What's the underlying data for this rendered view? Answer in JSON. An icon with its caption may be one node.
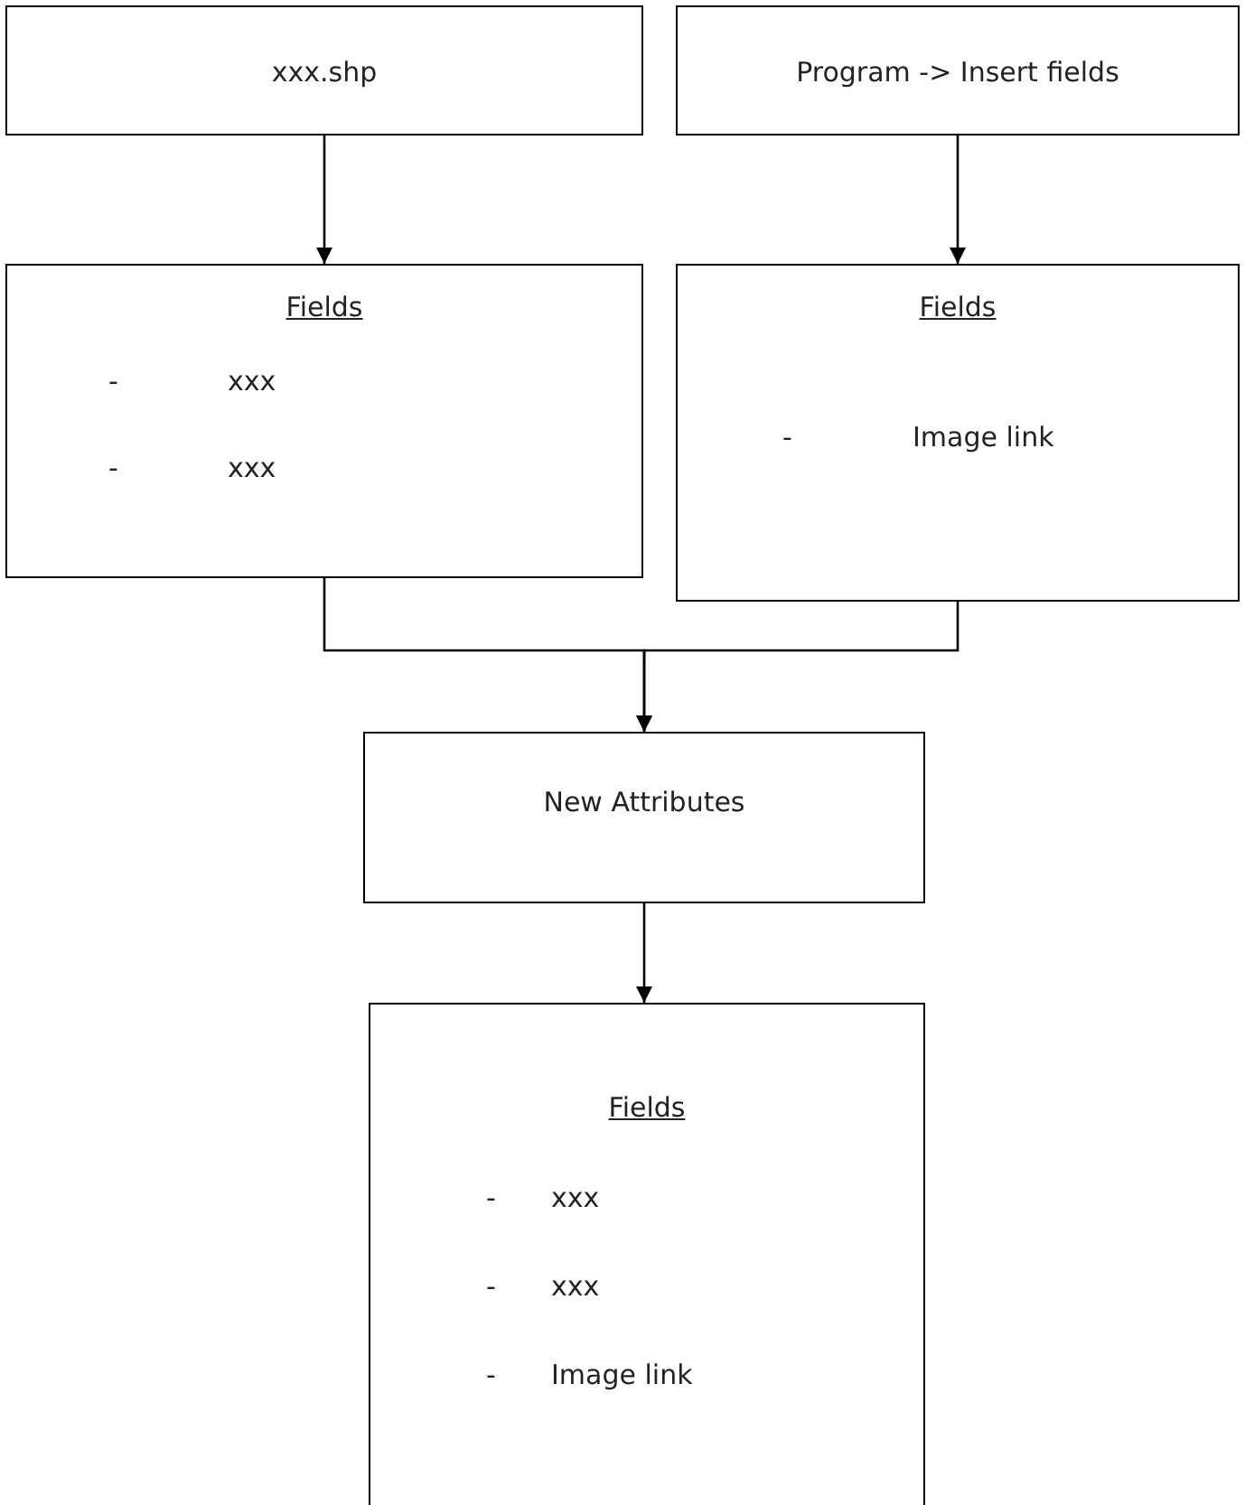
{
  "diagram": {
    "nodes": [
      {
        "text": [
          "xxx.shp"
        ]
      },
      {
        "text": [
          "Program -> Insert fields"
        ]
      },
      {
        "text": [
          "Fields",
          "- xxx",
          "- xxx"
        ]
      },
      {
        "text": [
          "Fields",
          "- Image link"
        ]
      },
      {
        "text": [
          "New Attributes"
        ]
      },
      {
        "text": [
          "Fields",
          "- xxx",
          "- xxx",
          "- Image link"
        ]
      }
    ],
    "edges": [
      {
        "from": 0,
        "to": 2,
        "arrow": "to"
      },
      {
        "from": 1,
        "to": 3,
        "arrow": "to"
      },
      {
        "from": 2,
        "to": 4,
        "arrow": "to"
      },
      {
        "from": 3,
        "to": 4,
        "arrow": "to"
      },
      {
        "from": 4,
        "to": 5,
        "arrow": "to"
      }
    ]
  }
}
